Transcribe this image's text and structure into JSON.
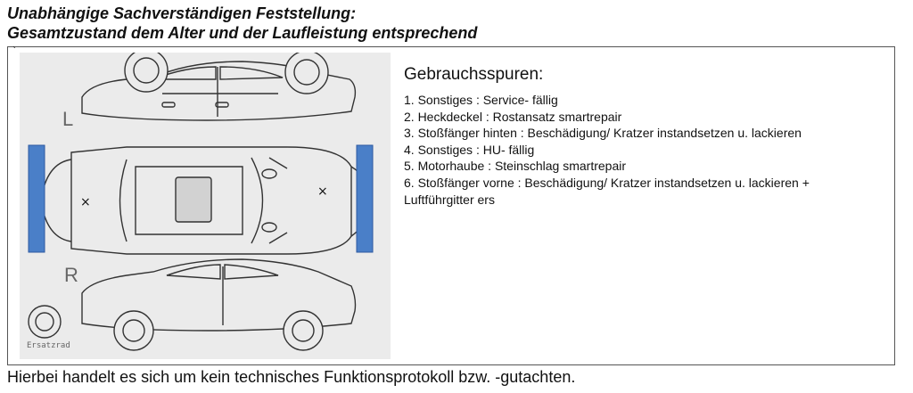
{
  "heading": {
    "line1": "Unabhängige Sachverständigen Feststellung:",
    "line2": "Gesamtzustand dem Alter und der Laufleistung entsprechend"
  },
  "diagram": {
    "tick_mark": "`",
    "label_left": "L",
    "label_right": "R",
    "spare_wheel_label": "Ersatzrad",
    "damage_marker": "×",
    "highlight_color": "#4a7fc8",
    "icons": [
      "car-left-side",
      "car-top-view",
      "car-right-side",
      "spare-wheel"
    ]
  },
  "panel": {
    "title": "Gebrauchsspuren:",
    "items": [
      "1. Sonstiges : Service- fällig",
      "2. Heckdeckel : Rostansatz smartrepair",
      "3. Stoßfänger hinten : Beschädigung/ Kratzer instandsetzen u. lackieren",
      "4. Sonstiges : HU- fällig",
      "5. Motorhaube : Steinschlag smartrepair",
      "6. Stoßfänger vorne : Beschädigung/ Kratzer instandsetzen u. lackieren +",
      "Luftführgitter ers"
    ]
  },
  "footer": "Hierbei handelt es sich um kein technisches Funktionsprotokoll bzw. -gutachten."
}
